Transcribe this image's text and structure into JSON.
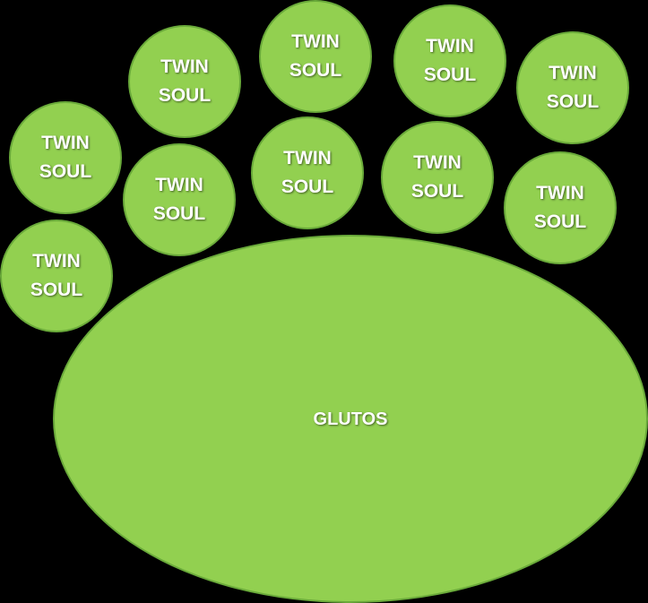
{
  "colors": {
    "fill": "#92d050",
    "border": "#6aaa3a",
    "background": "#000000",
    "text": "#ffffff"
  },
  "circles": [
    {
      "label": "TWIN\nSOUL"
    },
    {
      "label": "TWIN\nSOUL"
    },
    {
      "label": "TWIN\nSOUL"
    },
    {
      "label": "TWIN\nSOUL"
    },
    {
      "label": "TWIN\nSOUL"
    },
    {
      "label": "TWIN\nSOUL"
    },
    {
      "label": "TWIN\nSOUL"
    },
    {
      "label": "TWIN\nSOUL"
    },
    {
      "label": "TWIN\nSOUL"
    },
    {
      "label": "TWIN\nSOUL"
    }
  ],
  "main": {
    "label": "GLUTOS"
  }
}
